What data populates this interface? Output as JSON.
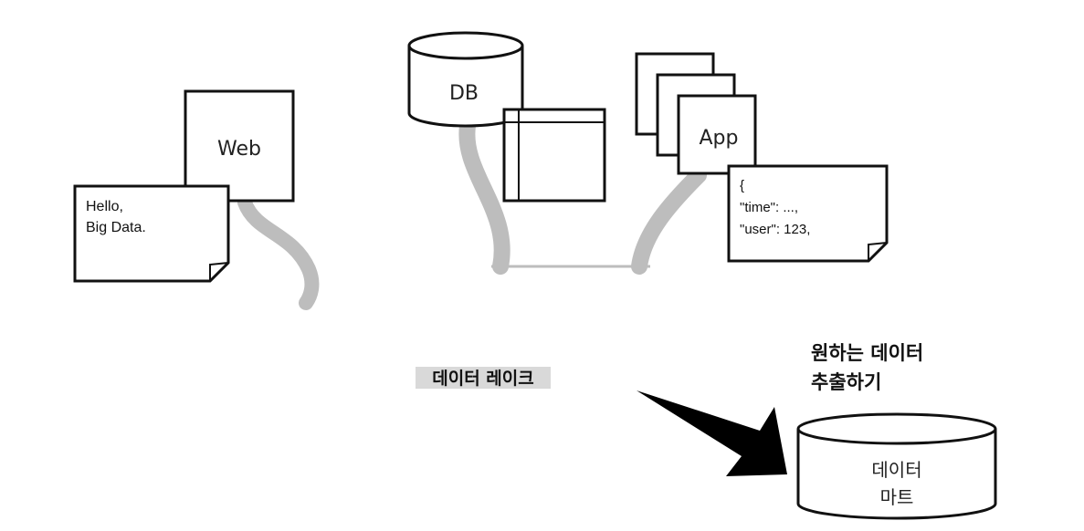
{
  "sources": {
    "web": {
      "label": "Web",
      "document_lines": [
        "Hello,",
        "Big Data."
      ]
    },
    "db": {
      "label": "DB"
    },
    "app": {
      "label": "App",
      "json_lines": [
        "{",
        "\"time\": ...,",
        "\"user\": 123,"
      ]
    }
  },
  "lake": {
    "label": "데이터 레이크"
  },
  "extract": {
    "lines": [
      "원하는 데이터",
      "추출하기"
    ]
  },
  "mart": {
    "lines": [
      "데이터",
      "마트"
    ]
  },
  "colors": {
    "stroke": "#111111",
    "flow": "#bdbdbd",
    "lake_highlight": "#d9d9d9",
    "arrow": "#000000"
  }
}
